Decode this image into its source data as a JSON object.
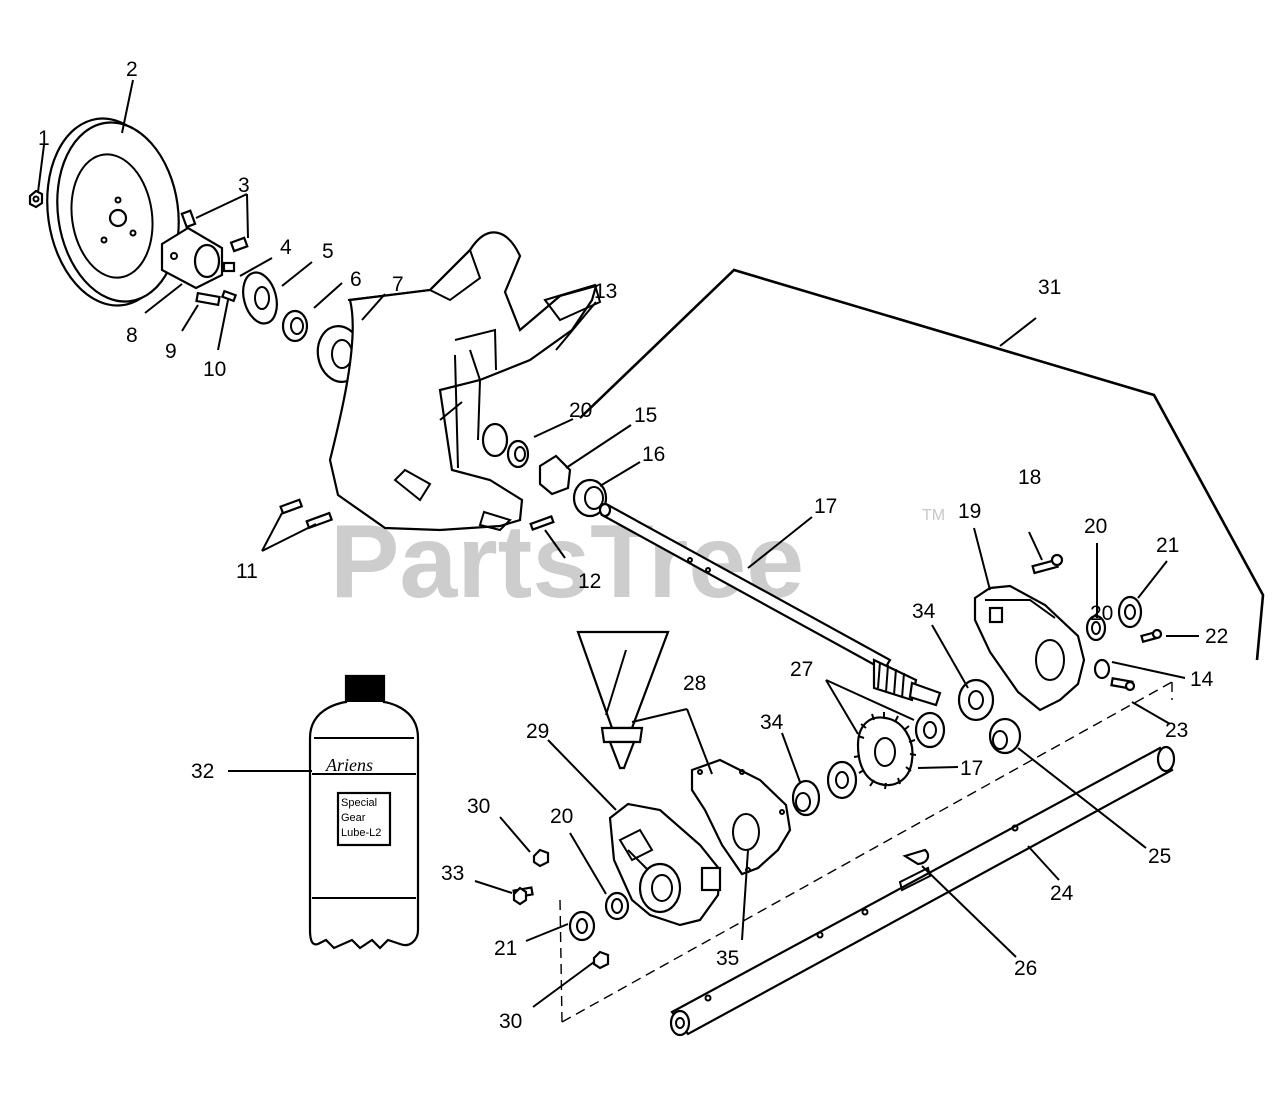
{
  "watermark": {
    "text": "PartsTree",
    "trademark": "TM"
  },
  "bottle": {
    "brand": "Ariens",
    "label_lines": [
      "Special",
      "Gear",
      "Lube-L2"
    ]
  },
  "callouts": [
    "1",
    "2",
    "3",
    "4",
    "5",
    "6",
    "7",
    "8",
    "9",
    "10",
    "11",
    "12",
    "13",
    "14",
    "15",
    "16",
    "17",
    "17",
    "18",
    "19",
    "20",
    "20",
    "20",
    "20",
    "21",
    "21",
    "22",
    "23",
    "24",
    "25",
    "26",
    "27",
    "28",
    "29",
    "30",
    "30",
    "31",
    "32",
    "33",
    "34",
    "34",
    "35"
  ]
}
